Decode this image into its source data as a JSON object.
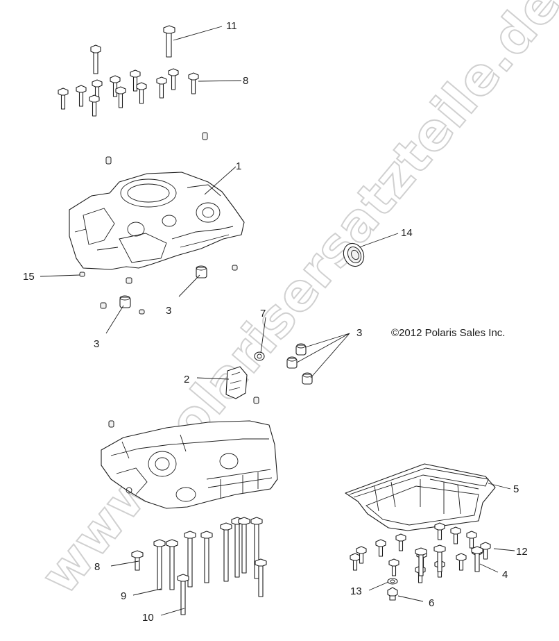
{
  "diagram": {
    "copyright": "©2012 Polaris Sales Inc.",
    "watermark": "www.polarisersatzteile.de",
    "callouts": [
      "11",
      "8",
      "1",
      "14",
      "15",
      "3",
      "3",
      "7",
      "3",
      "2",
      "5",
      "8",
      "12",
      "4",
      "9",
      "13",
      "6",
      "10"
    ]
  }
}
